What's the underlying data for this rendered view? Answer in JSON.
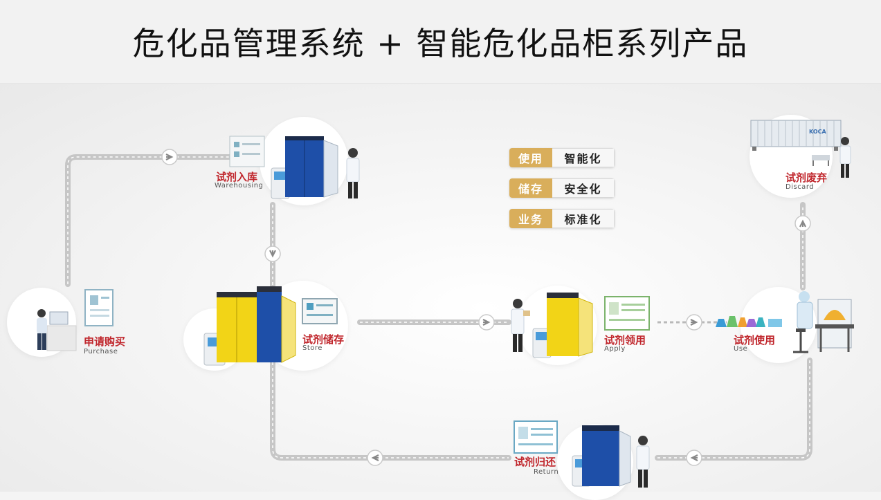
{
  "title": "危化品管理系统 + 智能危化品柜系列产品",
  "features": [
    {
      "tag": "使用",
      "value": "智能化"
    },
    {
      "tag": "储存",
      "value": "安全化"
    },
    {
      "tag": "业务",
      "value": "标准化"
    }
  ],
  "steps": {
    "purchase": {
      "zh": "申请购买",
      "en": "Purchase"
    },
    "warehousing": {
      "zh": "试剂入库",
      "en": "Warehousing"
    },
    "store": {
      "zh": "试剂储存",
      "en": "Store"
    },
    "apply": {
      "zh": "试剂领用",
      "en": "Apply"
    },
    "use": {
      "zh": "试剂使用",
      "en": "Use"
    },
    "discard": {
      "zh": "试剂废弃",
      "en": "Discard"
    },
    "return": {
      "zh": "试剂归还",
      "en": "Return"
    }
  },
  "container_logo": "KOCA",
  "colors": {
    "label_red": "#c0262c",
    "tag_gold": "#d9ae5b",
    "path_gray": "#c6c6c6",
    "cabinet_blue": "#1e4fa8",
    "cabinet_yellow": "#f2d417"
  }
}
